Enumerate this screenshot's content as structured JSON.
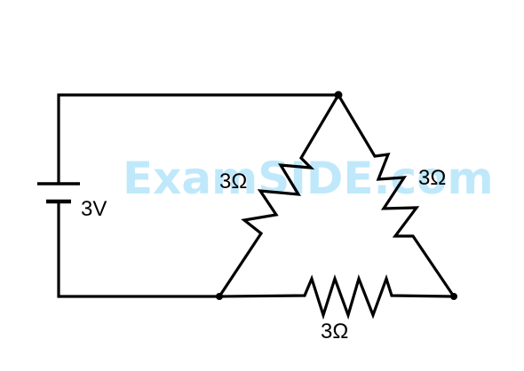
{
  "watermark": "ExamSIDE.com",
  "colors": {
    "wire": "#000000",
    "watermark": "#bfe9fb",
    "background": "#ffffff"
  },
  "battery": {
    "label": "3V"
  },
  "resistors": {
    "left": {
      "label": "3Ω"
    },
    "right": {
      "label": "3Ω"
    },
    "bottom": {
      "label": "3Ω"
    }
  }
}
